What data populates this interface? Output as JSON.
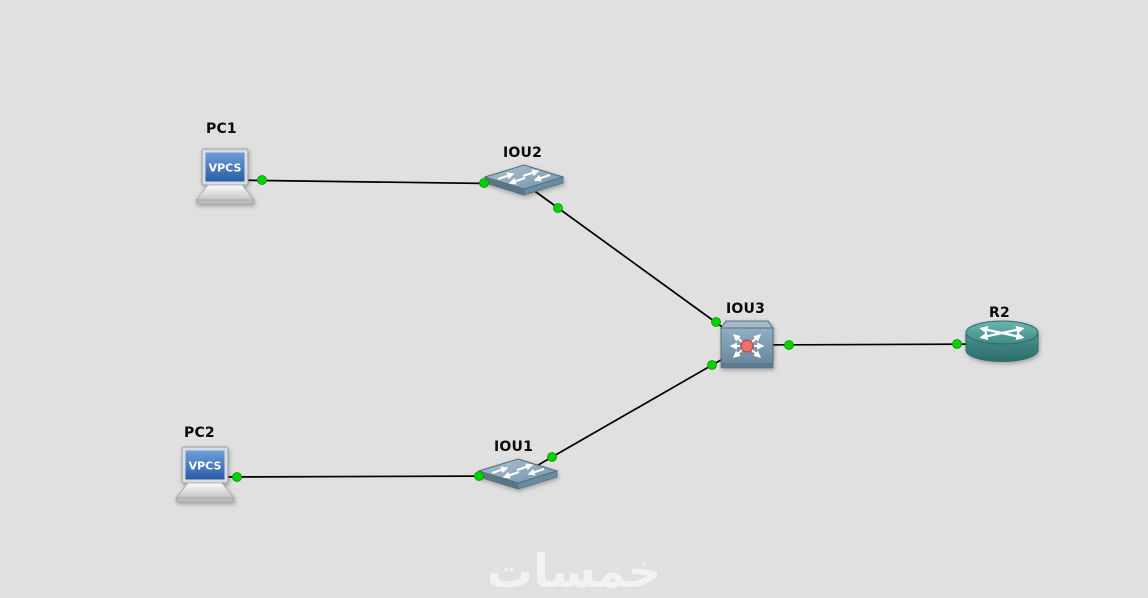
{
  "app": {
    "description": "Network topology canvas",
    "background": "#e0e0e0"
  },
  "colors": {
    "link": "#000000",
    "status_up": "#00d400",
    "status_up_border": "#0a9400"
  },
  "watermark": {
    "text": "خمسات"
  },
  "nodes": [
    {
      "id": "PC1",
      "label": "PC1",
      "type": "vpcs",
      "screen_text": "VPCS"
    },
    {
      "id": "IOU2",
      "label": "IOU2",
      "type": "ethernet-switch"
    },
    {
      "id": "IOU3",
      "label": "IOU3",
      "type": "multilayer-switch"
    },
    {
      "id": "R2",
      "label": "R2",
      "type": "router"
    },
    {
      "id": "PC2",
      "label": "PC2",
      "type": "vpcs",
      "screen_text": "VPCS"
    },
    {
      "id": "IOU1",
      "label": "IOU1",
      "type": "ethernet-switch"
    }
  ],
  "links": [
    {
      "from": "PC1",
      "to": "IOU2",
      "status": "up"
    },
    {
      "from": "IOU2",
      "to": "IOU3",
      "status": "up"
    },
    {
      "from": "PC2",
      "to": "IOU1",
      "status": "up"
    },
    {
      "from": "IOU1",
      "to": "IOU3",
      "status": "up"
    },
    {
      "from": "IOU3",
      "to": "R2",
      "status": "up"
    }
  ]
}
